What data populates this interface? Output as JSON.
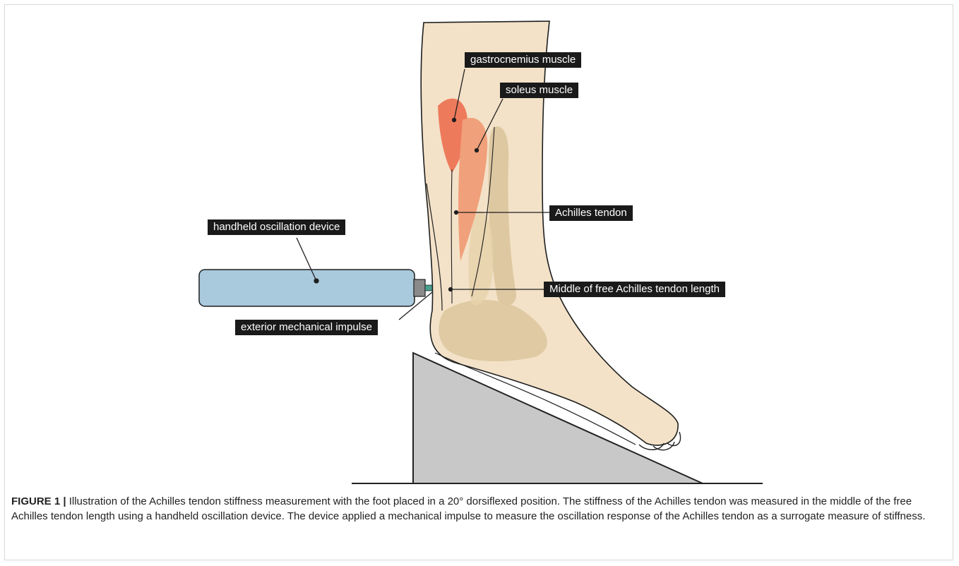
{
  "figure": {
    "id_label": "FIGURE 1 |",
    "caption_text": " Illustration of the Achilles tendon stiffness measurement with the foot placed in a 20° dorsiflexed position. The stiffness of the Achilles tendon was measured in the middle of the free Achilles tendon length using a handheld oscillation device. The device applied a mechanical impulse to measure the oscillation response of the Achilles tendon as a surrogate measure of stiffness."
  },
  "labels": {
    "gastrocnemius": "gastrocnemius muscle",
    "soleus": "soleus muscle",
    "achilles": "Achilles tendon",
    "device": "handheld oscillation device",
    "middle": "Middle of free Achilles tendon length",
    "impulse": "exterior mechanical impulse"
  },
  "colors": {
    "skin": "#f3e2c8",
    "bone": "#dcc59c",
    "gastrocnemius": "#ee7a5c",
    "soleus": "#f0a07a",
    "device": "#a9c9dc",
    "wedge": "#c8c8c8",
    "label_bg": "#1a1a1a"
  }
}
